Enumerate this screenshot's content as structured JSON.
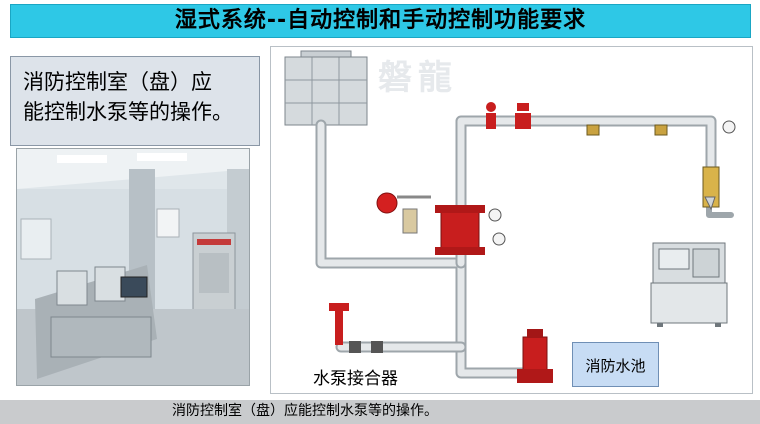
{
  "title": "湿式系统--自动控制和手动控制功能要求",
  "note": {
    "line1": "消防控制室（盘）应",
    "line2": "能控制水泵等的操作。"
  },
  "diagram": {
    "watermark": "磐龍",
    "pump_connector_label": "水泵接合器",
    "pool_label": "消防水池"
  },
  "footer": "消防控制室（盘）应能控制水泵等的操作。",
  "colors": {
    "title_bg": "#2ec8e6",
    "pipe": "#dfe3e6",
    "valve_red": "#d42020",
    "pool_fill": "#c7dcf4"
  }
}
